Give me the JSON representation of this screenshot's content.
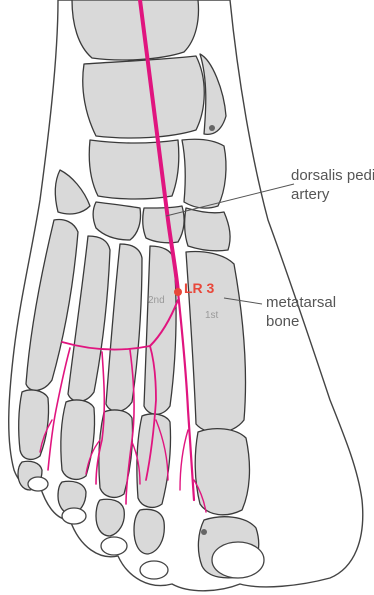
{
  "point": {
    "name": "LR 3",
    "color": "#e8473a"
  },
  "labels": {
    "artery_line1": "dorsalis pedis",
    "artery_line2": "artery",
    "bone_line1": "metatarsal",
    "bone_line2": "bone",
    "second_metatarsal": "2nd",
    "first_metatarsal": "1st"
  },
  "colors": {
    "artery": "#e0157f",
    "bone": "#d9d9d9",
    "outline": "#3a3a3a",
    "label_text": "#555555"
  }
}
